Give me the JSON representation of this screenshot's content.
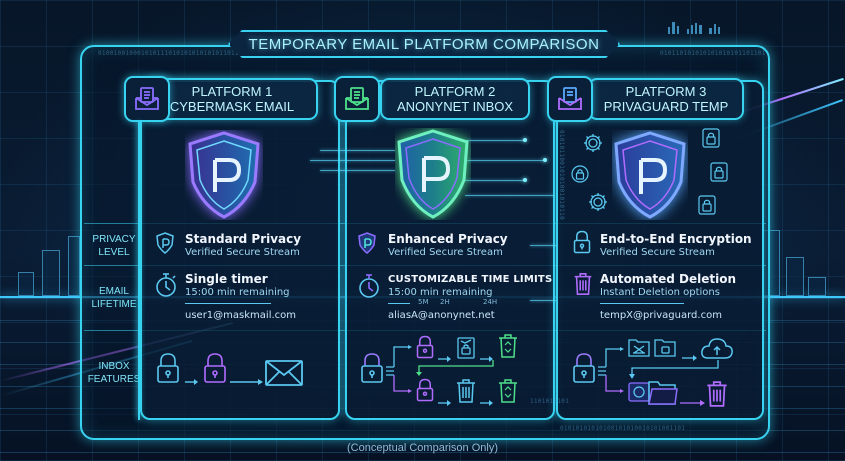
{
  "title": "TEMPORARY EMAIL PLATFORM COMPARISON",
  "row_labels": {
    "privacy": "PRIVACY LEVEL",
    "privacy_l1": "PRIVACY",
    "privacy_l2": "LEVEL",
    "lifetime_l1": "EMAIL",
    "lifetime_l2": "LIFETIME",
    "inbox_l1": "INBOX",
    "inbox_l2": "FEATURES"
  },
  "platforms": [
    {
      "number": "PLATFORM 1",
      "name": "CYBERMASK EMAIL",
      "header_icon": "inbox-tray-icon",
      "header_icon_color": "#8a6dff",
      "emblem": "shield-p-icon",
      "privacy": {
        "icon": "shield-p-icon",
        "title": "Standard Privacy",
        "subtitle": "Verified Secure Stream"
      },
      "lifetime": {
        "icon": "stopwatch-icon",
        "title": "Single timer",
        "subtitle": "15:00 min remaining",
        "email": "user1@maskmail.com"
      },
      "inbox_features": [
        "lock-icon",
        "arrow-right-icon",
        "lock-icon",
        "arrow-right-icon",
        "envelope-icon"
      ]
    },
    {
      "number": "PLATFORM 2",
      "name": "ANONYNET INBOX",
      "header_icon": "inbox-tray-icon",
      "header_icon_color": "#4ee08a",
      "emblem": "shield-p-circuit-icon",
      "privacy": {
        "icon": "shield-p-icon",
        "title": "Enhanced Privacy",
        "subtitle": "Verified Secure Stream"
      },
      "lifetime": {
        "icon": "stopwatch-icon",
        "title": "CUSTOMIZABLE TIME LIMITS",
        "subtitle": "15:00 min remaining",
        "ticks": [
          "5M",
          "2H",
          "24H"
        ],
        "email": "aliasA@anonynet.net"
      },
      "inbox_features": [
        "lock-icon",
        "branch-arrows",
        "lock-icon",
        "locked-container-icon",
        "recycle-bin-icon",
        "lock-icon",
        "trash-icon",
        "recycle-bin-icon"
      ]
    },
    {
      "number": "PLATFORM 3",
      "name": "PRIVAGUARD TEMP",
      "header_icon": "inbox-tray-icon",
      "header_icon_color": "#5aa9ff",
      "emblem": "shield-p-gears-icon",
      "privacy": {
        "icon": "lock-icon",
        "title": "End-to-End Encryption",
        "subtitle": "Verified Secure Stream"
      },
      "lifetime": {
        "icon": "trash-icon",
        "title": "Automated Deletion",
        "subtitle": "Instant Deletion options",
        "email": "tempX@privaguard.com"
      },
      "inbox_features": [
        "lock-icon",
        "branch-arrows",
        "folder-icon",
        "folder-icon",
        "cloud-upload-icon",
        "camera-icon",
        "folder-open-icon",
        "trash-icon"
      ]
    }
  ],
  "footer": "(Conceptual Comparison Only)",
  "colors": {
    "accent": "#37d3f0",
    "background": "#061326",
    "purple": "#b06cff",
    "green": "#4ee08a",
    "text": "#f2f7ff"
  }
}
